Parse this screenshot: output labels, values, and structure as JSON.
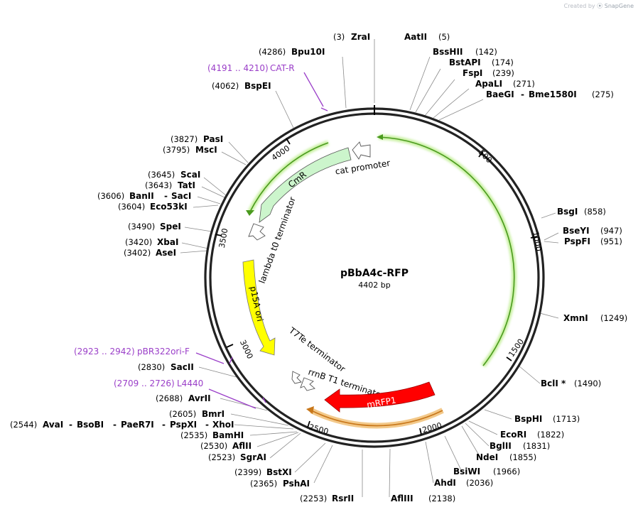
{
  "credit": {
    "prefix": "Created by",
    "brand": "SnapGene"
  },
  "plasmid": {
    "name": "pBbA4c-RFP",
    "size": "4402 bp"
  },
  "ticks": [
    "500",
    "1000",
    "1500",
    "2000",
    "2500",
    "3000",
    "3500",
    "4000"
  ],
  "features": {
    "cmr": "CmR",
    "cat_promoter": "cat promoter",
    "lambda_t0": "lambda t0 terminator",
    "p15a": "p15A ori",
    "t7te": "T7Te terminator",
    "rrnb": "rrnB T1 terminator",
    "mrfp1": "mRFP1"
  },
  "primers": {
    "catr_pos": "(4191 .. 4210)",
    "catr": "CAT-R",
    "pbr_pos": "(2923 .. 2942)",
    "pbr": "pBR322ori-F",
    "l4440_pos": "(2709 .. 2726)",
    "l4440": "L4440"
  },
  "sites": {
    "zrai": {
      "pos": "(3)",
      "name": "ZraI"
    },
    "aatii": {
      "pos": "(5)",
      "name": "AatII"
    },
    "bpu10i": {
      "pos": "(4286)",
      "name": "Bpu10I"
    },
    "bsshii": {
      "pos": "(142)",
      "name": "BssHII"
    },
    "bstapi": {
      "pos": "(174)",
      "name": "BstAPI"
    },
    "fspi": {
      "pos": "(239)",
      "name": "FspI"
    },
    "apali": {
      "pos": "(271)",
      "name": "ApaLI"
    },
    "baegi": {
      "pos": "(275)",
      "name": "BaeGI",
      "name2": "Bme1580I"
    },
    "bspei": {
      "pos": "(4062)",
      "name": "BspEI"
    },
    "pasi": {
      "pos": "(3827)",
      "name": "PasI"
    },
    "msci": {
      "pos": "(3795)",
      "name": "MscI"
    },
    "scai": {
      "pos": "(3645)",
      "name": "ScaI"
    },
    "tati": {
      "pos": "(3643)",
      "name": "TatI"
    },
    "banii": {
      "pos": "(3606)",
      "name": "BanII",
      "name2": "SacI"
    },
    "eco53ki": {
      "pos": "(3604)",
      "name": "Eco53kI"
    },
    "spei": {
      "pos": "(3490)",
      "name": "SpeI"
    },
    "xbai": {
      "pos": "(3420)",
      "name": "XbaI"
    },
    "asei": {
      "pos": "(3402)",
      "name": "AseI"
    },
    "bsgi": {
      "pos": "(858)",
      "name": "BsgI"
    },
    "bseyi": {
      "pos": "(947)",
      "name": "BseYI"
    },
    "pspfi": {
      "pos": "(951)",
      "name": "PspFI"
    },
    "xmni": {
      "pos": "(1249)",
      "name": "XmnI"
    },
    "bcli": {
      "pos": "(1490)",
      "name": "BclI *"
    },
    "bsphi": {
      "pos": "(1713)",
      "name": "BspHI"
    },
    "ecori": {
      "pos": "(1822)",
      "name": "EcoRI"
    },
    "bglii": {
      "pos": "(1831)",
      "name": "BglII"
    },
    "ndei": {
      "pos": "(1855)",
      "name": "NdeI"
    },
    "bsiwi": {
      "pos": "(1966)",
      "name": "BsiWI"
    },
    "ahdi": {
      "pos": "(2036)",
      "name": "AhdI"
    },
    "afliii": {
      "pos": "(2138)",
      "name": "AflIII"
    },
    "rsrii": {
      "pos": "(2253)",
      "name": "RsrII"
    },
    "pshai": {
      "pos": "(2365)",
      "name": "PshAI"
    },
    "bstxi": {
      "pos": "(2399)",
      "name": "BstXI"
    },
    "sgrai": {
      "pos": "(2523)",
      "name": "SgrAI"
    },
    "aflii": {
      "pos": "(2530)",
      "name": "AflII"
    },
    "bamhi": {
      "pos": "(2535)",
      "name": "BamHI"
    },
    "avai": {
      "pos": "(2544)",
      "name": "AvaI",
      "name2": "BsoBI",
      "name3": "PaeR7I",
      "name4": "PspXI",
      "name5": "XhoI"
    },
    "bmri": {
      "pos": "(2605)",
      "name": "BmrI"
    },
    "avrii": {
      "pos": "(2688)",
      "name": "AvrII"
    },
    "sacii": {
      "pos": "(2830)",
      "name": "SacII"
    }
  },
  "dash": "-",
  "colors": {
    "backbone": "#222222",
    "cmr": "#ccf5cc",
    "p15a": "#ffff00",
    "mrfp1": "#ff0000",
    "primer": "#9a3ec8",
    "green_arc": "#4a9a1e",
    "orange_arc": "#d88a1e"
  }
}
